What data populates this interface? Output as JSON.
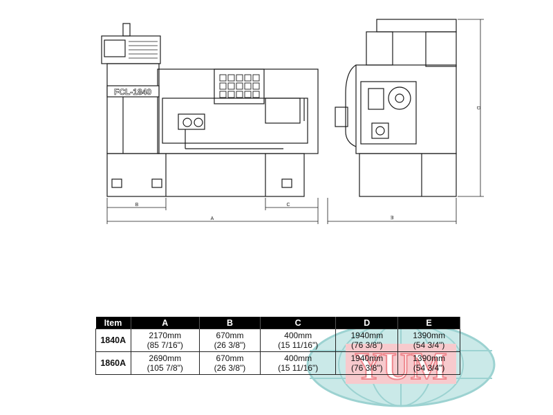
{
  "drawing": {
    "panel_label": "FCL-1840",
    "dimension_labels": {
      "A": "A",
      "B": "B",
      "C": "C",
      "D": "D",
      "E": "E"
    }
  },
  "table": {
    "headers": [
      "Item",
      "A",
      "B",
      "C",
      "D",
      "E"
    ],
    "rows": [
      {
        "item": "1840A",
        "cells": [
          [
            "2170mm",
            "(85 7/16\")"
          ],
          [
            "670mm",
            "(26 3/8\")"
          ],
          [
            "400mm",
            "(15 11/16\")"
          ],
          [
            "1940mm",
            "(76 3/8\")"
          ],
          [
            "1390mm",
            "(54 3/4\")"
          ]
        ]
      },
      {
        "item": "1860A",
        "cells": [
          [
            "2690mm",
            "(105 7/8\")"
          ],
          [
            "670mm",
            "(26 3/8\")"
          ],
          [
            "400mm",
            "(15 11/16\")"
          ],
          [
            "1940mm",
            "(76 3/8\")"
          ],
          [
            "1390mm",
            "(54 3/4\")"
          ]
        ]
      }
    ]
  },
  "watermark": {
    "text": "YUM",
    "colors": {
      "red": "#e63b45",
      "teal": "#5bb5b3"
    }
  }
}
